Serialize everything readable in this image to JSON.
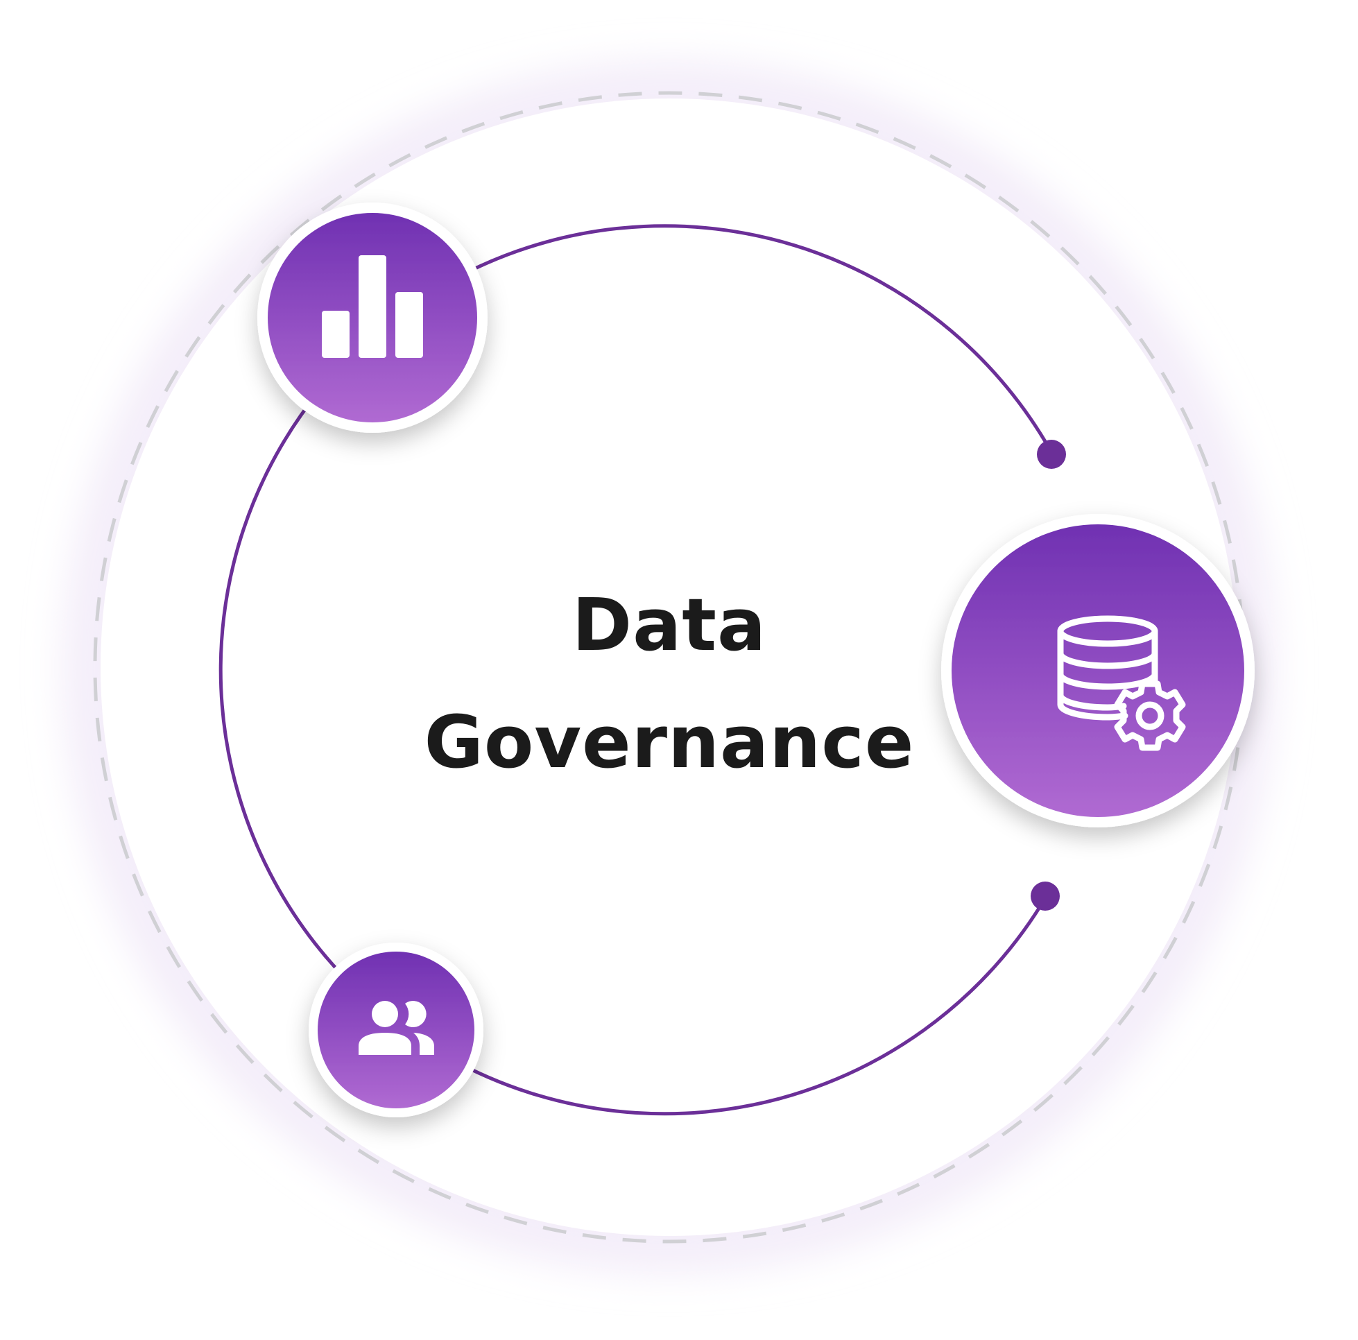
{
  "title": {
    "line1": "Data",
    "line2": "Governance"
  },
  "colors": {
    "accent_dark": "#6b2f98",
    "gradient_top": "#7031b2",
    "gradient_bottom": "#b06ad2",
    "dashed_ring": "#d0d0d4",
    "node_border": "#ffffff",
    "glow": "#ece2f6"
  },
  "nodes": [
    {
      "id": "analytics",
      "icon": "bar-chart-icon"
    },
    {
      "id": "database",
      "icon": "database-gear-icon"
    },
    {
      "id": "people",
      "icon": "users-icon"
    }
  ]
}
